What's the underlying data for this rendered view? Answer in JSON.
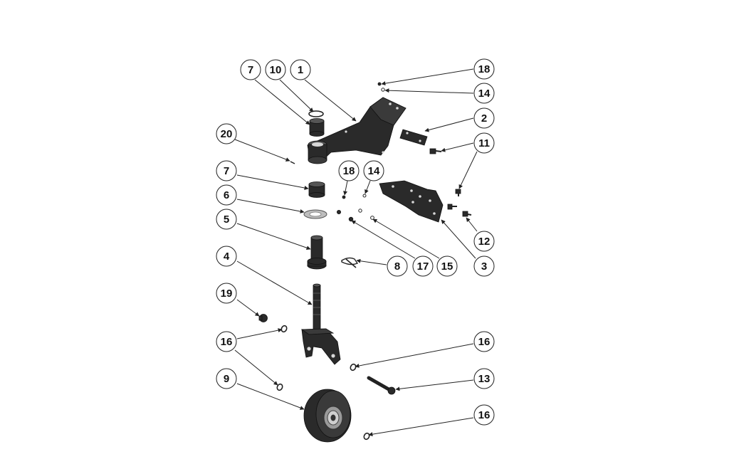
{
  "callouts": [
    "7",
    "10",
    "1",
    "18",
    "14",
    "2",
    "20",
    "11",
    "7",
    "18",
    "14",
    "6",
    "5",
    "12",
    "8",
    "17",
    "15",
    "3",
    "4",
    "19",
    "16",
    "16",
    "13",
    "9",
    "16"
  ],
  "colors": {
    "part": "#2a2a2a",
    "outline": "#222222",
    "background": "#ffffff"
  }
}
